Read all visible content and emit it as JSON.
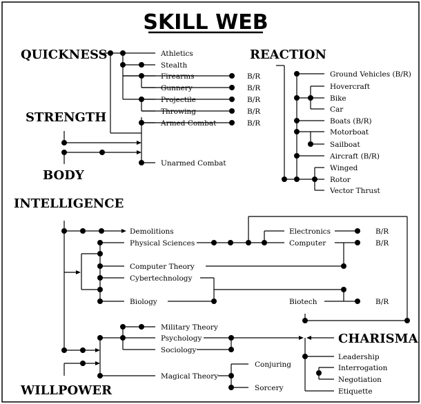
{
  "title": "SKILL WEB",
  "attributes": {
    "quickness": "QUICKNESS",
    "strength": "STRENGTH",
    "body": "BODY",
    "reaction": "REACTION",
    "intelligence": "INTELLIGENCE",
    "charisma": "CHARISMA",
    "willpower": "WILLPOWER"
  },
  "skills": {
    "athletics": "Athletics",
    "stealth": "Stealth",
    "firearms": "Firearms",
    "gunnery": "Gunnery",
    "projectile": "Projectile",
    "throwing": "Throwing",
    "armed_combat": "Armed Combat",
    "unarmed_combat": "Unarmed Combat",
    "ground_vehicles": "Ground Vehicles (B/R)",
    "hovercraft": "Hovercraft",
    "bike": "Bike",
    "car": "Car",
    "boats": "Boats (B/R)",
    "motorboat": "Motorboat",
    "sailboat": "Sailboat",
    "aircraft": "Aircraft (B/R)",
    "winged": "Winged",
    "rotor": "Rotor",
    "vector_thrust": "Vector Thrust",
    "demolitions": "Demolitions",
    "physical_sciences": "Physical Sciences",
    "computer_theory": "Computer Theory",
    "cybertechnology": "Cybertechnology",
    "biology": "Biology",
    "electronics": "Electronics",
    "computer": "Computer",
    "biotech": "Biotech",
    "military_theory": "Military Theory",
    "psychology": "Psychology",
    "sociology": "Sociology",
    "magical_theory": "Magical Theory",
    "conjuring": "Conjuring",
    "sorcery": "Sorcery",
    "leadership": "Leadership",
    "interrogation": "Interrogation",
    "negotiation": "Negotiation",
    "etiquette": "Etiquette"
  },
  "br_label": "B/R"
}
